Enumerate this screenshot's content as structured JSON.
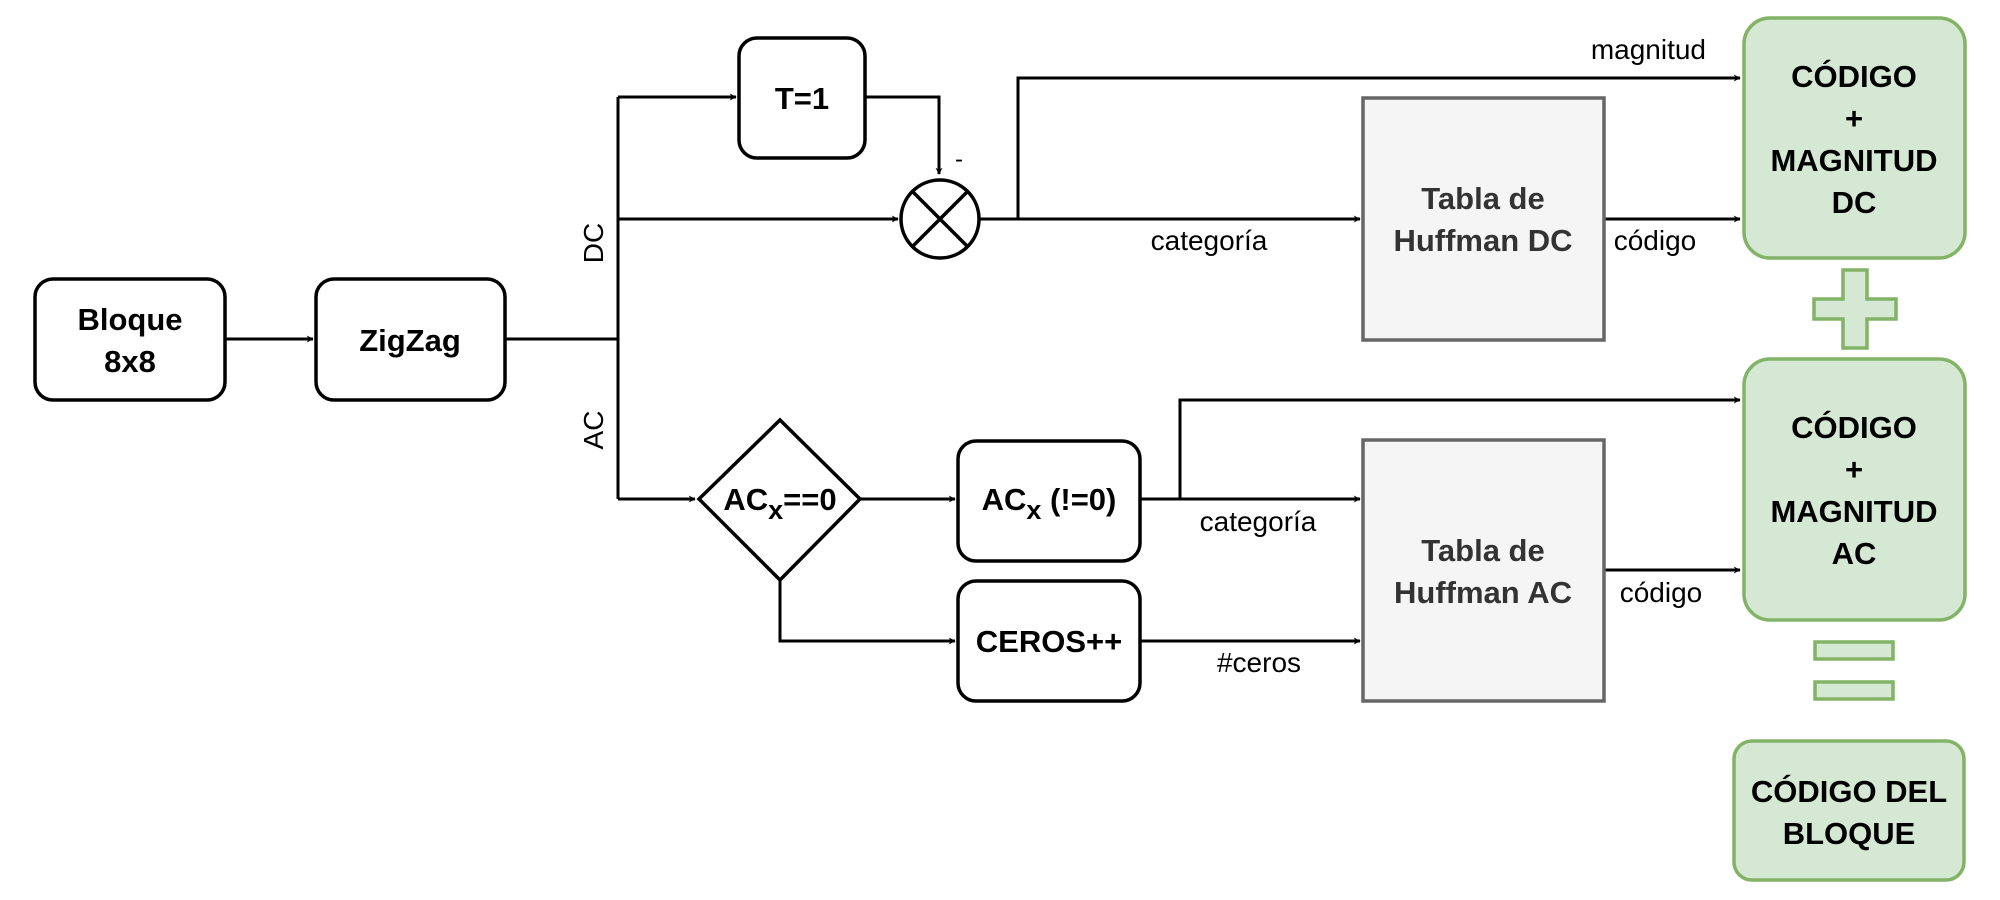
{
  "nodes": {
    "bloque_line1": "Bloque",
    "bloque_line2": "8x8",
    "zigzag": "ZigZag",
    "t1": "T=1",
    "subtract_sign": "-",
    "decision_base": "AC",
    "decision_sub": "x",
    "decision_rest": "==0",
    "acx_base": "AC",
    "acx_sub": "x",
    "acx_rest": " (!=0)",
    "ceros": "CEROS++",
    "huffman_dc_line1": "Tabla de",
    "huffman_dc_line2": "Huffman DC",
    "huffman_ac_line1": "Tabla de",
    "huffman_ac_line2": "Huffman AC",
    "out_dc": [
      "CÓDIGO",
      "+",
      "MAGNITUD",
      "DC"
    ],
    "out_ac": [
      "CÓDIGO",
      "+",
      "MAGNITUD",
      "AC"
    ],
    "out_block": [
      "CÓDIGO DEL",
      "BLOQUE"
    ]
  },
  "edge_labels": {
    "dc": "DC",
    "ac": "AC",
    "magnitud": "magnitud",
    "categoria_dc": "categoría",
    "codigo_dc": "código",
    "categoria_ac": "categoría",
    "codigo_ac": "código",
    "ceros": "#ceros"
  },
  "colors": {
    "output_fill": "#d5e8d4",
    "output_stroke": "#82b366",
    "table_fill": "#f5f5f5",
    "table_stroke": "#666666"
  }
}
